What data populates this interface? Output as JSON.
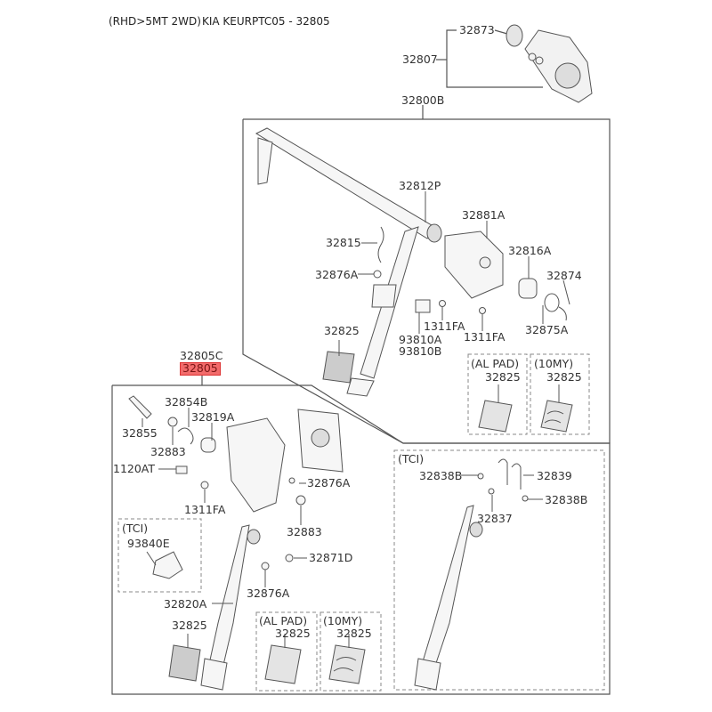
{
  "header": {
    "variant": "(RHD>5MT 2WD)",
    "catalog_ref": "KIA KEURPTC05 - 32805"
  },
  "highlight_color": "#f26b6b",
  "callouts": {
    "p32873": "32873",
    "p32807": "32807",
    "p32800B": "32800B",
    "p32812P": "32812P",
    "p32881A": "32881A",
    "p32815": "32815",
    "p32816A": "32816A",
    "p32874": "32874",
    "p32876A_upper": "32876A",
    "p1311FA_a": "1311FA",
    "p1311FA_b": "1311FA",
    "p93810A": "93810A",
    "p93810B": "93810B",
    "p32875A": "32875A",
    "p32825_upper": "32825",
    "p32805C": "32805C",
    "p32805": "32805",
    "p32854B": "32854B",
    "p32819A": "32819A",
    "p32855": "32855",
    "p32883_a": "32883",
    "p1120AT": "1120AT",
    "p32876A_mid": "32876A",
    "p1311FA_c": "1311FA",
    "p32883_b": "32883",
    "p93840E": "93840E",
    "p32871D": "32871D",
    "p32876A_low": "32876A",
    "p32820A": "32820A",
    "p32825_lower": "32825",
    "p32838B_a": "32838B",
    "p32839": "32839",
    "p32838B_b": "32838B",
    "p32837": "32837"
  },
  "option_boxes": {
    "upper_al_pad": {
      "title": "(AL PAD)",
      "part": "32825"
    },
    "upper_10my": {
      "title": "(10MY)",
      "part": "32825"
    },
    "lower_al_pad": {
      "title": "(AL PAD)",
      "part": "32825"
    },
    "lower_10my": {
      "title": "(10MY)",
      "part": "32825"
    },
    "tci_left": {
      "title": "(TCI)"
    },
    "tci_right": {
      "title": "(TCI)"
    }
  }
}
